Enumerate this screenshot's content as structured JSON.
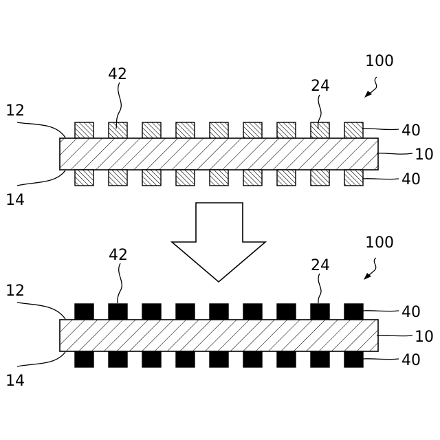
{
  "top_diagram": {
    "ref_100": "100",
    "ref_42": "42",
    "ref_24": "24",
    "ref_12": "12",
    "ref_14": "14",
    "ref_40_upper": "40",
    "ref_10": "10",
    "ref_40_lower": "40",
    "pad_style": "hatched"
  },
  "bottom_diagram": {
    "ref_100": "100",
    "ref_42": "42",
    "ref_24": "24",
    "ref_12": "12",
    "ref_14": "14",
    "ref_40_upper": "40",
    "ref_10": "10",
    "ref_40_lower": "40",
    "pad_style": "solid"
  },
  "pads_per_row": 9,
  "colors": {
    "line": "#000000",
    "background": "#ffffff"
  }
}
